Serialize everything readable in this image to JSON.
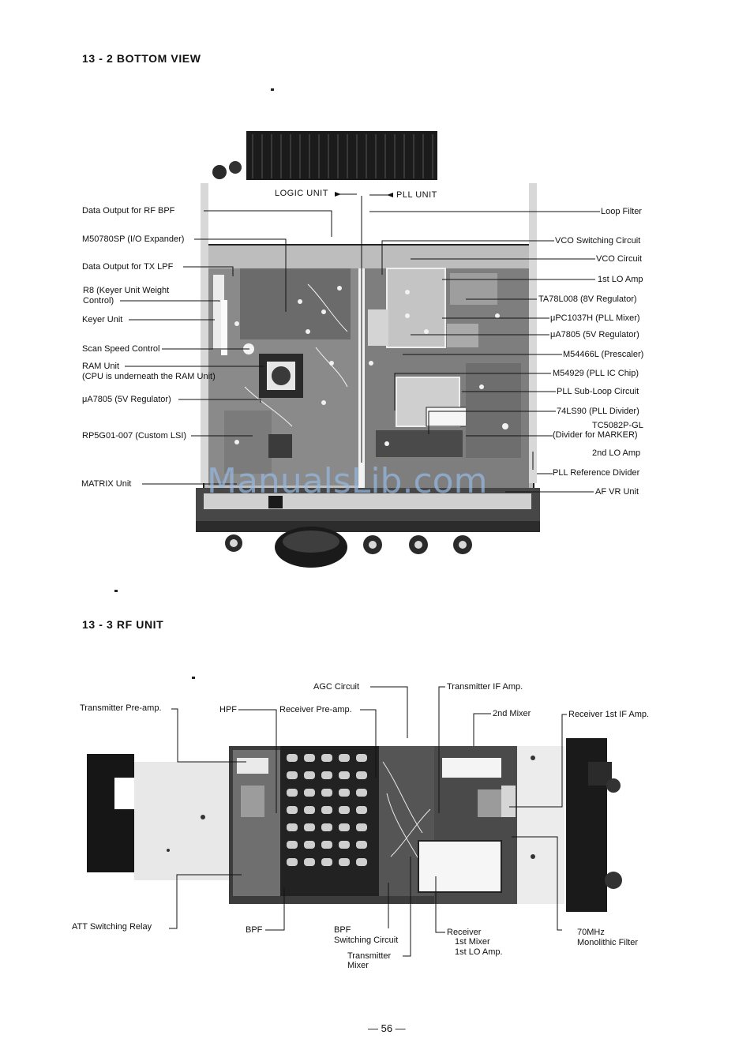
{
  "sections": {
    "bottom_view_heading": "13 - 2  BOTTOM VIEW",
    "rf_unit_heading": "13 - 3  RF UNIT"
  },
  "bottom_view": {
    "logic_unit": "LOGIC UNIT",
    "pll_unit": "PLL UNIT",
    "left_labels": [
      "Data Output for RF BPF",
      "M50780SP (I/O Expander)",
      "Data Output for TX LPF",
      "R8 (Keyer Unit Weight",
      "Control)",
      "Keyer Unit",
      "Scan Speed Control",
      "RAM Unit",
      "(CPU is underneath the RAM Unit)",
      "μA7805 (5V Regulator)",
      "RP5G01-007 (Custom LSI)",
      "MATRIX Unit"
    ],
    "right_labels": [
      "Loop Filter",
      "VCO Switching Circuit",
      "VCO Circuit",
      "1st LO Amp",
      "TA78L008 (8V Regulator)",
      "μPC1037H (PLL Mixer)",
      "μA7805 (5V Regulator)",
      "M54466L (Prescaler)",
      "M54929 (PLL IC Chip)",
      "PLL Sub-Loop Circuit",
      "74LS90 (PLL Divider)",
      "TC5082P-GL",
      "(Divider for MARKER)",
      "2nd LO Amp",
      "PLL Reference Divider",
      "AF VR Unit"
    ]
  },
  "rf_unit": {
    "labels": {
      "agc": "AGC Circuit",
      "tx_if": "Transmitter IF Amp.",
      "tx_preamp": "Transmitter Pre-amp.",
      "hpf": "HPF",
      "rx_preamp": "Receiver Pre-amp.",
      "mixer2": "2nd Mixer",
      "rx_if1": "Receiver 1st IF Amp.",
      "att": "ATT Switching Relay",
      "bpf": "BPF",
      "bpf_sw_1": "BPF",
      "bpf_sw_2": "Switching Circuit",
      "tx_mixer_1": "Transmitter",
      "tx_mixer_2": "Mixer",
      "rx_mixer_1": "Receiver",
      "rx_mixer_2": "1st Mixer",
      "rx_mixer_3": "1st LO Amp.",
      "mono_1": "70MHz",
      "mono_2": "Monolithic Filter"
    }
  },
  "watermark": "ManualsLib.com",
  "page_number": "— 56 —",
  "colors": {
    "ink": "#111111",
    "watermark": "#96b9e1"
  }
}
